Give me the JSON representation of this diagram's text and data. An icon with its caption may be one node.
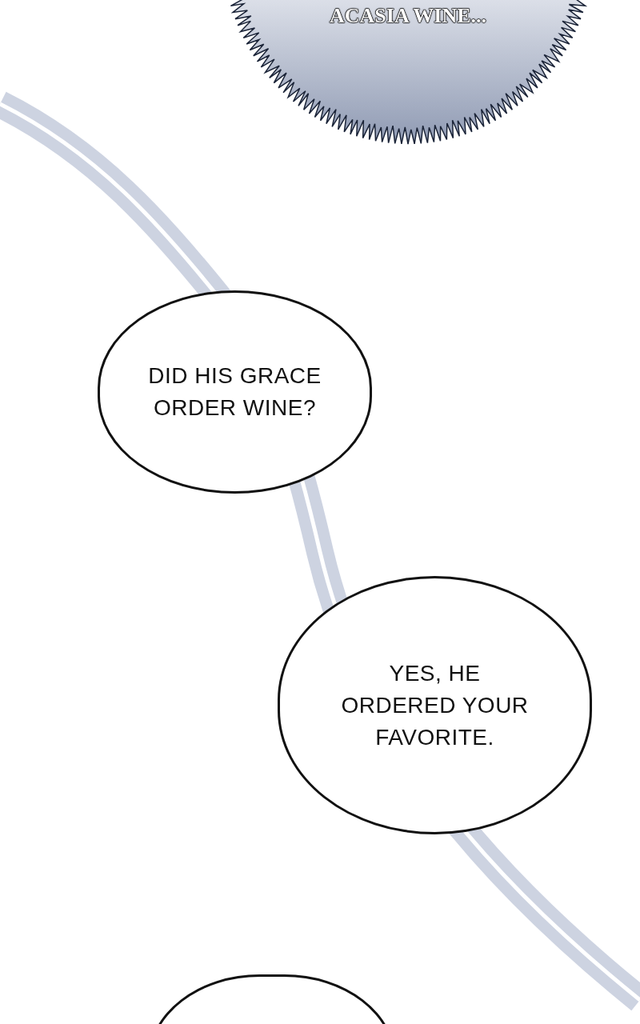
{
  "diagram": {
    "nodes": [
      {
        "text": [
          "ACASIA WINE..."
        ]
      },
      {
        "text": [
          "DID HIS GRACE ORDER WINE?"
        ]
      },
      {
        "text": [
          "YES, HE ORDERED YOUR FAVORITE."
        ]
      },
      {
        "text": [],
        "shape": "bubble"
      }
    ]
  }
}
